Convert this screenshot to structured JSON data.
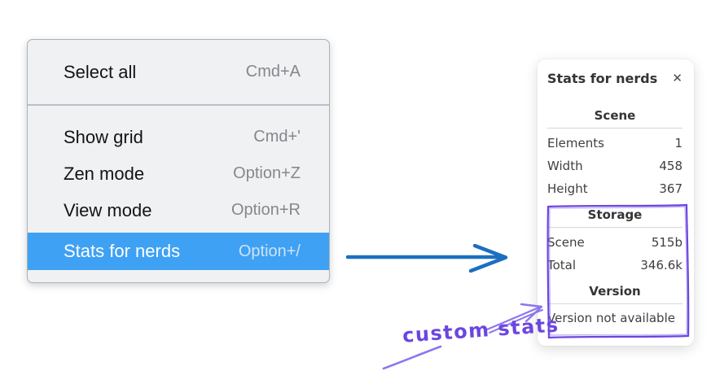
{
  "menu": {
    "items": [
      {
        "label": "Select all",
        "shortcut": "Cmd+A"
      },
      {
        "label": "Show grid",
        "shortcut": "Cmd+'"
      },
      {
        "label": "Zen mode",
        "shortcut": "Option+Z"
      },
      {
        "label": "View mode",
        "shortcut": "Option+R"
      },
      {
        "label": "Stats for nerds",
        "shortcut": "Option+/"
      }
    ],
    "highlight_color": "#3ea1f4"
  },
  "stats_panel": {
    "title": "Stats for nerds",
    "close_icon": "✕",
    "scene": {
      "heading": "Scene",
      "rows": [
        {
          "label": "Elements",
          "value": "1"
        },
        {
          "label": "Width",
          "value": "458"
        },
        {
          "label": "Height",
          "value": "367"
        }
      ]
    },
    "storage": {
      "heading": "Storage",
      "rows": [
        {
          "label": "Scene",
          "value": "515b"
        },
        {
          "label": "Total",
          "value": "346.6k"
        }
      ]
    },
    "version": {
      "heading": "Version",
      "note": "Version not available"
    }
  },
  "annotations": {
    "label": "custom stats",
    "purple": "#6b46e0",
    "purple_light": "#8f75ee",
    "blue": "#1b6fc2"
  }
}
